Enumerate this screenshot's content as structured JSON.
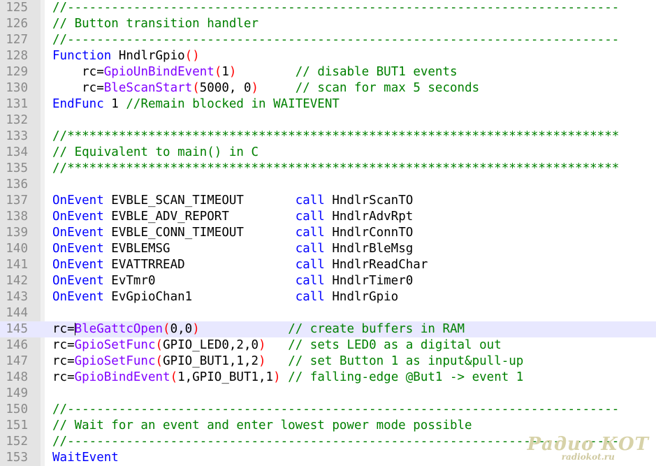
{
  "editor": {
    "colors": {
      "keyword": "#0000ff",
      "function": "#8000ff",
      "comment": "#008000",
      "paren": "#ff0000",
      "gutter_bg": "#e4e4e4",
      "current_line": "#e8e8ff"
    },
    "lines": [
      {
        "n": "125",
        "tokens": [
          {
            "c": "cm",
            "t": "//---------------------------------------------------------------------------"
          }
        ]
      },
      {
        "n": "126",
        "tokens": [
          {
            "c": "cm",
            "t": "// Button transition handler"
          }
        ]
      },
      {
        "n": "127",
        "tokens": [
          {
            "c": "cm",
            "t": "//---------------------------------------------------------------------------"
          }
        ]
      },
      {
        "n": "128",
        "tokens": [
          {
            "c": "kw",
            "t": "Function"
          },
          {
            "c": "op",
            "t": " HndlrGpio"
          },
          {
            "c": "p",
            "t": "()"
          }
        ]
      },
      {
        "n": "129",
        "tokens": [
          {
            "c": "op",
            "t": "    rc="
          },
          {
            "c": "fn",
            "t": "GpioUnBindEvent"
          },
          {
            "c": "p",
            "t": "("
          },
          {
            "c": "num",
            "t": "1"
          },
          {
            "c": "p",
            "t": ")"
          },
          {
            "c": "op",
            "t": "        "
          },
          {
            "c": "cm",
            "t": "// disable BUT1 events"
          }
        ]
      },
      {
        "n": "130",
        "tokens": [
          {
            "c": "op",
            "t": "    rc="
          },
          {
            "c": "fn",
            "t": "BleScanStart"
          },
          {
            "c": "p",
            "t": "("
          },
          {
            "c": "num",
            "t": "5000, 0"
          },
          {
            "c": "p",
            "t": ")"
          },
          {
            "c": "op",
            "t": "     "
          },
          {
            "c": "cm",
            "t": "// scan for max 5 seconds"
          }
        ]
      },
      {
        "n": "131",
        "tokens": [
          {
            "c": "kw",
            "t": "EndFunc"
          },
          {
            "c": "op",
            "t": " 1 "
          },
          {
            "c": "cm",
            "t": "//Remain blocked in WAITEVENT"
          }
        ]
      },
      {
        "n": "132",
        "tokens": []
      },
      {
        "n": "133",
        "tokens": [
          {
            "c": "cm",
            "t": "//***************************************************************************"
          }
        ]
      },
      {
        "n": "134",
        "tokens": [
          {
            "c": "cm",
            "t": "// Equivalent to main() in C"
          }
        ]
      },
      {
        "n": "135",
        "tokens": [
          {
            "c": "cm",
            "t": "//***************************************************************************"
          }
        ]
      },
      {
        "n": "136",
        "tokens": []
      },
      {
        "n": "137",
        "tokens": [
          {
            "c": "kw",
            "t": "OnEvent"
          },
          {
            "c": "op",
            "t": " EVBLE_SCAN_TIMEOUT       "
          },
          {
            "c": "kw",
            "t": "call"
          },
          {
            "c": "op",
            "t": " HndlrScanTO"
          }
        ]
      },
      {
        "n": "138",
        "tokens": [
          {
            "c": "kw",
            "t": "OnEvent"
          },
          {
            "c": "op",
            "t": " EVBLE_ADV_REPORT         "
          },
          {
            "c": "kw",
            "t": "call"
          },
          {
            "c": "op",
            "t": " HndlrAdvRpt"
          }
        ]
      },
      {
        "n": "139",
        "tokens": [
          {
            "c": "kw",
            "t": "OnEvent"
          },
          {
            "c": "op",
            "t": " EVBLE_CONN_TIMEOUT       "
          },
          {
            "c": "kw",
            "t": "call"
          },
          {
            "c": "op",
            "t": " HndlrConnTO"
          }
        ]
      },
      {
        "n": "140",
        "tokens": [
          {
            "c": "kw",
            "t": "OnEvent"
          },
          {
            "c": "op",
            "t": " EVBLEMSG                 "
          },
          {
            "c": "kw",
            "t": "call"
          },
          {
            "c": "op",
            "t": " HndlrBleMsg"
          }
        ]
      },
      {
        "n": "141",
        "tokens": [
          {
            "c": "kw",
            "t": "OnEvent"
          },
          {
            "c": "op",
            "t": " EVATTRREAD               "
          },
          {
            "c": "kw",
            "t": "call"
          },
          {
            "c": "op",
            "t": " HndlrReadChar"
          }
        ]
      },
      {
        "n": "142",
        "tokens": [
          {
            "c": "kw",
            "t": "OnEvent"
          },
          {
            "c": "op",
            "t": " EvTmr0                   "
          },
          {
            "c": "kw",
            "t": "call"
          },
          {
            "c": "op",
            "t": " HndlrTimer0"
          }
        ]
      },
      {
        "n": "143",
        "tokens": [
          {
            "c": "kw",
            "t": "OnEvent"
          },
          {
            "c": "op",
            "t": " EvGpioChan1              "
          },
          {
            "c": "kw",
            "t": "call"
          },
          {
            "c": "op",
            "t": " HndlrGpio"
          }
        ]
      },
      {
        "n": "144",
        "tokens": []
      },
      {
        "n": "145",
        "current": true,
        "tokens": [
          {
            "c": "op",
            "t": "rc="
          },
          {
            "c": "cursor",
            "t": ""
          },
          {
            "c": "fn",
            "t": "BleGattcOpen"
          },
          {
            "c": "p",
            "t": "("
          },
          {
            "c": "num",
            "t": "0,0"
          },
          {
            "c": "p",
            "t": ")"
          },
          {
            "c": "op",
            "t": "            "
          },
          {
            "c": "cm",
            "t": "// create buffers in RAM"
          }
        ]
      },
      {
        "n": "146",
        "tokens": [
          {
            "c": "op",
            "t": "rc="
          },
          {
            "c": "fn",
            "t": "GpioSetFunc"
          },
          {
            "c": "p",
            "t": "("
          },
          {
            "c": "num",
            "t": "GPIO_LED0,2,0"
          },
          {
            "c": "p",
            "t": ")"
          },
          {
            "c": "op",
            "t": "   "
          },
          {
            "c": "cm",
            "t": "// sets LED0 as a digital out"
          }
        ]
      },
      {
        "n": "147",
        "tokens": [
          {
            "c": "op",
            "t": "rc="
          },
          {
            "c": "fn",
            "t": "GpioSetFunc"
          },
          {
            "c": "p",
            "t": "("
          },
          {
            "c": "num",
            "t": "GPIO_BUT1,1,2"
          },
          {
            "c": "p",
            "t": ")"
          },
          {
            "c": "op",
            "t": "   "
          },
          {
            "c": "cm",
            "t": "// set Button 1 as input&pull-up"
          }
        ]
      },
      {
        "n": "148",
        "tokens": [
          {
            "c": "op",
            "t": "rc="
          },
          {
            "c": "fn",
            "t": "GpioBindEvent"
          },
          {
            "c": "p",
            "t": "("
          },
          {
            "c": "num",
            "t": "1,GPIO_BUT1,1"
          },
          {
            "c": "p",
            "t": ")"
          },
          {
            "c": "op",
            "t": " "
          },
          {
            "c": "cm",
            "t": "// falling-edge @But1 -> event 1"
          }
        ]
      },
      {
        "n": "149",
        "tokens": []
      },
      {
        "n": "150",
        "tokens": [
          {
            "c": "cm",
            "t": "//---------------------------------------------------------------------------"
          }
        ]
      },
      {
        "n": "151",
        "tokens": [
          {
            "c": "cm",
            "t": "// Wait for an event and enter lowest power mode possible"
          }
        ]
      },
      {
        "n": "152",
        "tokens": [
          {
            "c": "cm",
            "t": "//---------------------------------------------------------------------------"
          }
        ]
      },
      {
        "n": "153",
        "tokens": [
          {
            "c": "kw",
            "t": "WaitEvent"
          }
        ]
      }
    ]
  },
  "watermark": {
    "main": "Радио КОТ",
    "sub": "radiokot.ru"
  }
}
